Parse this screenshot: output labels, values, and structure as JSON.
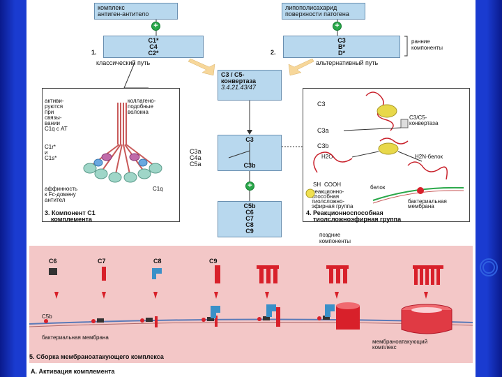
{
  "classical": {
    "trigger": [
      "комплекс",
      "антиген-антитело"
    ],
    "components": [
      "C1*",
      "C4",
      "C2*"
    ],
    "number": "1.",
    "path_label": "классический путь"
  },
  "alternative": {
    "trigger": [
      "липополисахарид",
      "поверхности патогена"
    ],
    "components": [
      "C3",
      "B*",
      "D*"
    ],
    "number": "2.",
    "path_label": "альтернативный путь",
    "early_label": [
      "ранние",
      "компоненты"
    ]
  },
  "plus": "+",
  "convertase": {
    "title": [
      "C3 / C5-",
      "конвертаза"
    ],
    "ec": "3.4.21.43/47"
  },
  "c3_box": {
    "top": "C3",
    "bottom": "C3b",
    "side": [
      "C3a",
      "C4a",
      "C5a"
    ]
  },
  "late_box": {
    "components": [
      "C5b",
      "C6",
      "C7",
      "C8",
      "C9"
    ],
    "late_label": [
      "поздние",
      "компоненты"
    ]
  },
  "panel3": {
    "activated": [
      "активи-",
      "руются",
      "при",
      "связы-",
      "вании",
      "C1q с AT"
    ],
    "collagen": [
      "коллагено-",
      "подобные",
      "волокна"
    ],
    "c1r": "C1r*",
    "and": "и",
    "c1s": "C1s*",
    "affinity": [
      "аффинность",
      "к Fc-домену",
      "антител"
    ],
    "c1q": "C1q",
    "caption": [
      "3. Компонент C1",
      "комплемента"
    ]
  },
  "panel4": {
    "c3": "C3",
    "convertase": [
      "C3/C5-",
      "конвертаза"
    ],
    "c3a": "C3a",
    "c3b": "C3b",
    "h2o": "H2O",
    "h2n": "H2N-белок",
    "sh": "SH",
    "cooh": "COOH",
    "protein": "белок",
    "reactive": [
      "реакционно-",
      "способная",
      "тиолсложно-",
      "эфирная группа"
    ],
    "bacterial": [
      "бактериальная",
      "мембрана"
    ],
    "caption": [
      "4. Реакционноспособная",
      "тиолсложноэфирная группа"
    ]
  },
  "mac": {
    "components": [
      "C6",
      "C7",
      "C8",
      "C9"
    ],
    "c5b": "C5b",
    "membrane": "бактериальная мембрана",
    "mac_label": [
      "мембраноатакующий",
      "комплекс"
    ],
    "caption": "5. Сборка мембраноатакующего комплекса"
  },
  "footer": "А. Активация комплемента",
  "colors": {
    "box": "#b8d8ee",
    "arrow": "#f7d79a",
    "mac_bg": "#f3c7c7",
    "red": "#d8202a",
    "blue": "#3a90c8",
    "green": "#2aa84a"
  }
}
